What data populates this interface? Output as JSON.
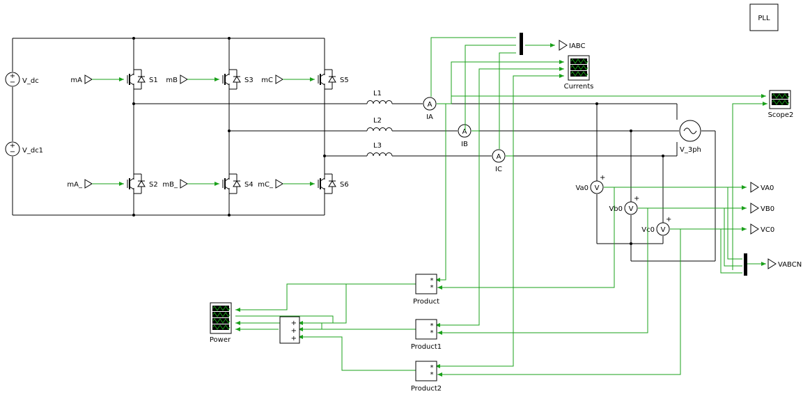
{
  "pll_block": "PLL",
  "sources": [
    "V_dc",
    "V_dc1"
  ],
  "switches": [
    "S1",
    "S3",
    "S5",
    "S2",
    "S4",
    "S6"
  ],
  "gate_inputs": [
    "mA",
    "mB",
    "mC",
    "mA_",
    "mB_",
    "mC_"
  ],
  "inductors": [
    "L1",
    "L2",
    "L3"
  ],
  "ammeters": [
    "IA",
    "IB",
    "IC"
  ],
  "ammeter_symbol": "A",
  "voltmeters": [
    "Va0",
    "Vb0",
    "Vc0"
  ],
  "voltmeter_symbol": "V",
  "grid_source": "V_3ph",
  "scopes": [
    "Currents",
    "Scope2",
    "Power"
  ],
  "products": [
    "Product",
    "Product1",
    "Product2"
  ],
  "product_sign": "*",
  "sum_sign": "+",
  "plus_sign": "+",
  "minus_sign": "−",
  "outputs": [
    "IABC",
    "VA0",
    "VB0",
    "VC0",
    "VABCN"
  ],
  "colors": {
    "signal": "#1aa01a",
    "power": "#000000",
    "scope_screen": "#1aa01a"
  }
}
